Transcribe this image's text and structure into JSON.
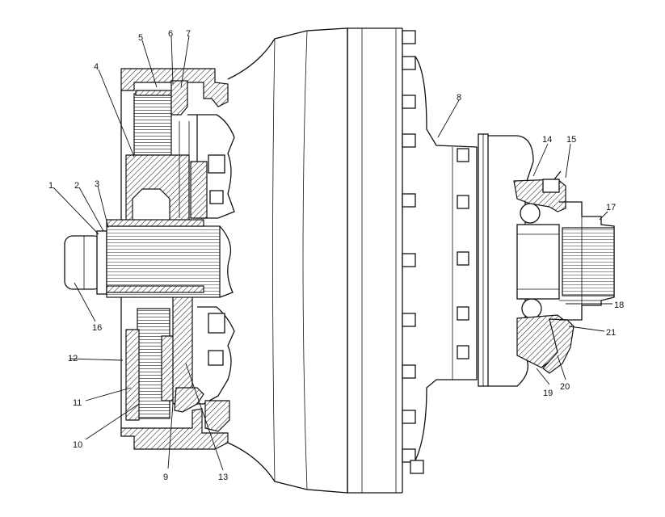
{
  "diagram": {
    "colors": {
      "line": "#111111",
      "background": "#ffffff"
    },
    "callouts": [
      {
        "id": "1",
        "text": "1"
      },
      {
        "id": "2",
        "text": "2"
      },
      {
        "id": "3",
        "text": "3"
      },
      {
        "id": "4",
        "text": "4"
      },
      {
        "id": "5",
        "text": "5"
      },
      {
        "id": "6",
        "text": "6"
      },
      {
        "id": "7",
        "text": "7"
      },
      {
        "id": "8",
        "text": "8"
      },
      {
        "id": "9",
        "text": "9"
      },
      {
        "id": "10",
        "text": "10"
      },
      {
        "id": "11",
        "text": "11"
      },
      {
        "id": "12",
        "text": "12"
      },
      {
        "id": "13",
        "text": "13"
      },
      {
        "id": "14",
        "text": "14"
      },
      {
        "id": "15",
        "text": "15"
      },
      {
        "id": "16",
        "text": "16"
      },
      {
        "id": "17",
        "text": "17"
      },
      {
        "id": "18",
        "text": "18"
      },
      {
        "id": "19",
        "text": "19"
      },
      {
        "id": "20",
        "text": "20"
      },
      {
        "id": "21",
        "text": "21"
      }
    ]
  }
}
